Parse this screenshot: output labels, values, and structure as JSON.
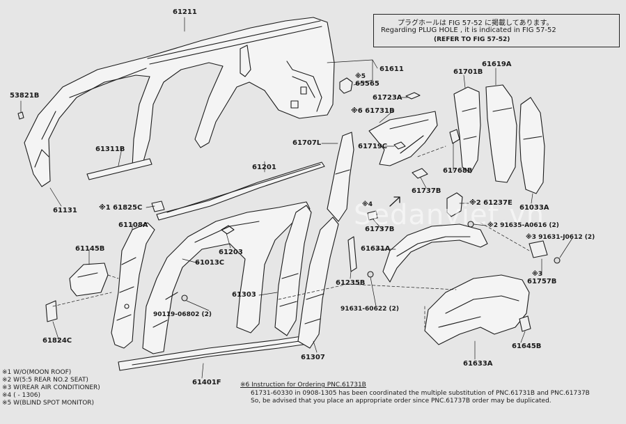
{
  "note": {
    "japanese": "プラグホールは FIG 57-52 に掲載してあります。",
    "english": "Regarding PLUG HOLE , it is indicated in FIG 57-52",
    "refer": "(REFER TO FIG 57-52)"
  },
  "parts": {
    "p61211": "61211",
    "p53821B": "53821B",
    "p61131": "61131",
    "p61311B": "61311B",
    "p61201": "61201",
    "p61825C": "※1 61825C",
    "p61108A": "61108A",
    "p61145B": "61145B",
    "p61824C": "61824C",
    "p61013C": "61013C",
    "p61203": "61203",
    "p90119": "90119-06802 (2)",
    "p61303": "61303",
    "p61401F": "61401F",
    "p61307": "61307",
    "p61611": "61611",
    "p65565": "65565",
    "p65565_note": "※5",
    "p61723A": "61723A",
    "p61731B": "※6 61731B",
    "p61707L": "61707L",
    "p61719C": "61719C",
    "p61737B_upper": "61737B",
    "p61737B_lower": "61737B",
    "p61737B_note": "※4",
    "p61701B": "61701B",
    "p61619A": "61619A",
    "p61768B": "61768B",
    "p61033A": "61033A",
    "p61237E": "※2 61237E",
    "p91635": "※2 91635-A0616 (2)",
    "p61631A": "61631A",
    "p61235B": "61235B",
    "p91631_60622": "91631-60622 (2)",
    "p91631_J0612": "※3 91631-J0612 (2)",
    "p61757B": "61757B",
    "p61757B_note": "※3",
    "p61633A": "61633A",
    "p61645B": "61645B"
  },
  "legend": [
    "※1  W/O(MOON ROOF)",
    "※2  W(5:5 REAR NO.2 SEAT)",
    "※3  W(REAR AIR CONDITIONER)",
    "※4  (      - 1306)",
    "※5  W(BLIND SPOT MONITOR)"
  ],
  "footnote": {
    "title": "※6 Instruction for Ordering PNC.61731B",
    "line1": "61731-60330 in 0908-1305 has been coordinated the multiple substitution of PNC.61731B and PNC.61737B",
    "line2": "So, be advised that you place an appropriate order since PNC.61737B order may be duplicated."
  },
  "watermark": "Sedanviet.vn"
}
